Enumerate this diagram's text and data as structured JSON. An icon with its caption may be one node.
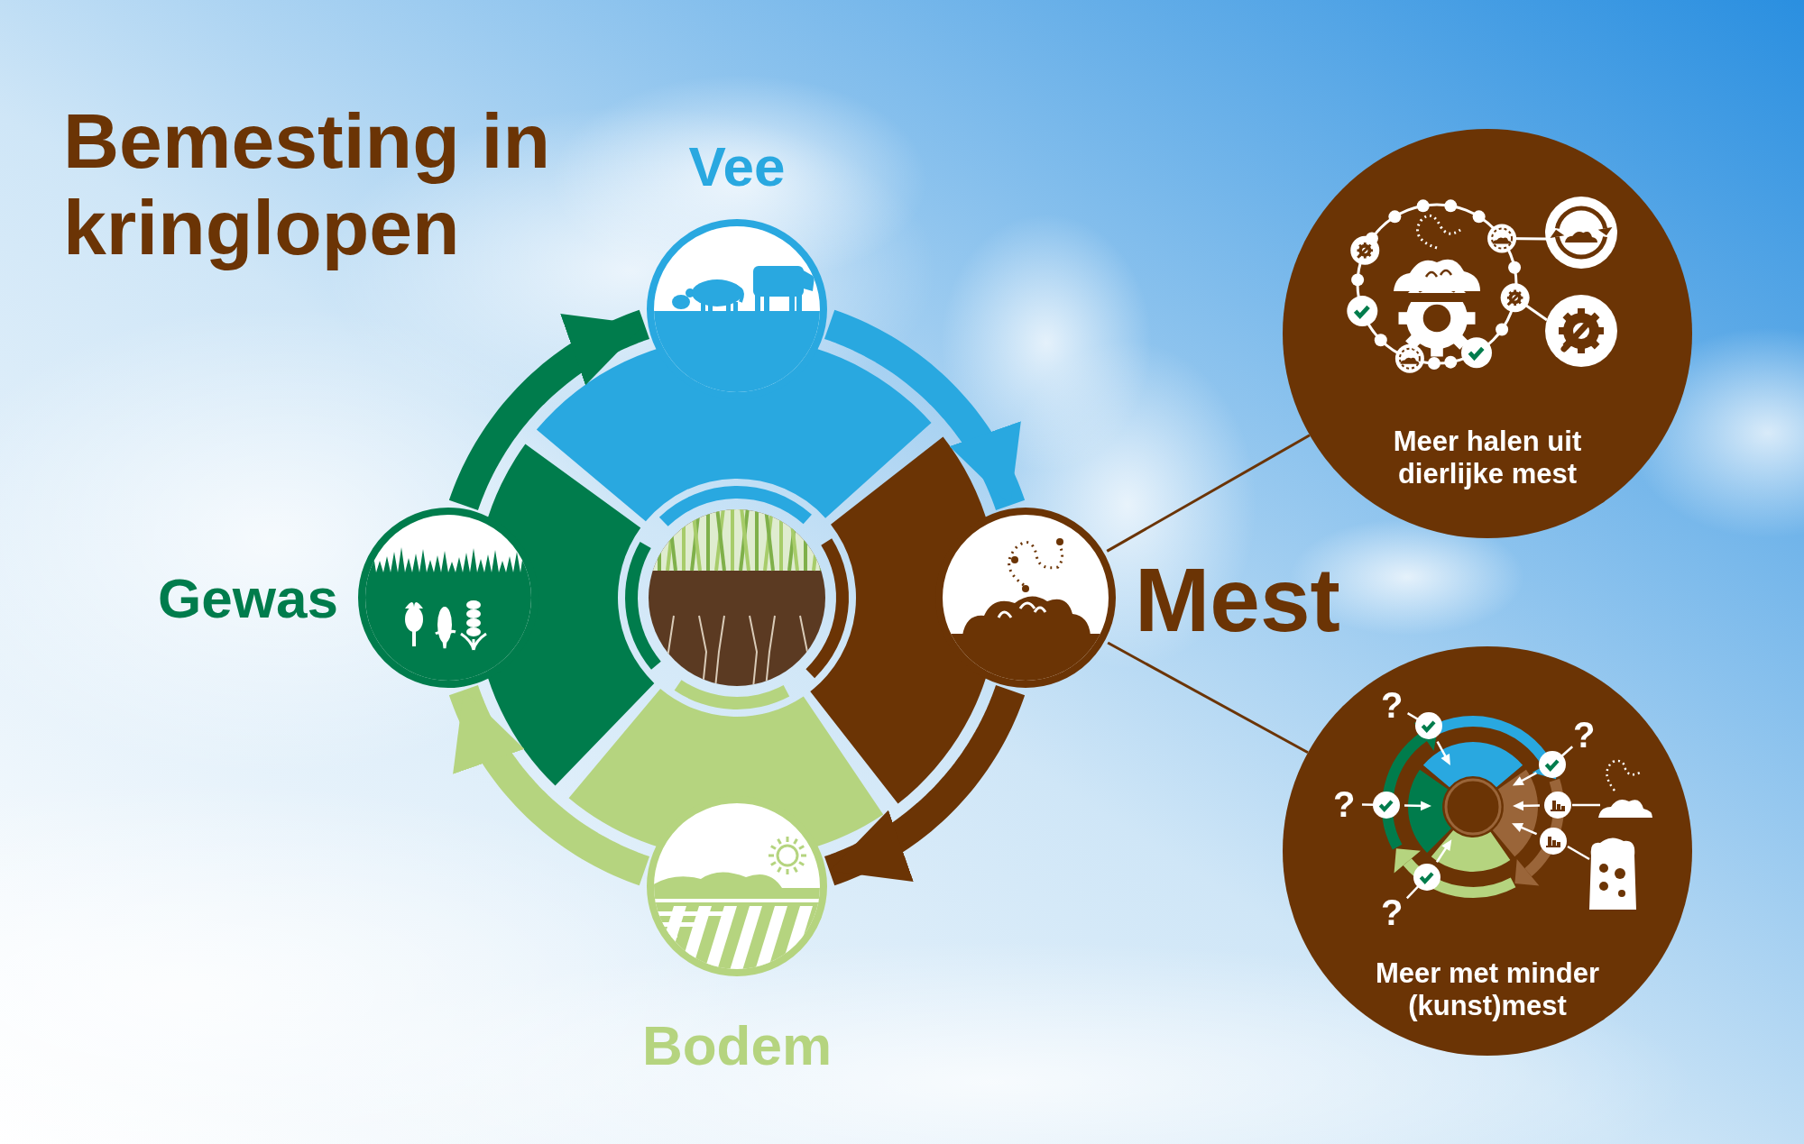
{
  "diagram": {
    "title": "Bemesting in kringlopen",
    "nodes": [
      {
        "text": [
          "Vee"
        ]
      },
      {
        "text": [
          "Meer halen uit dierlijke mest"
        ]
      },
      {
        "text": [
          "Gewas"
        ]
      },
      {
        "text": [
          "Mest"
        ]
      },
      {
        "text": [
          "Meer met minder (kunst)mest"
        ]
      },
      {
        "text": [
          "Bodem"
        ]
      }
    ],
    "edges": [
      {
        "from": 0,
        "to": 3,
        "arrow": "to",
        "color": "#29a8e0"
      },
      {
        "from": 3,
        "to": 5,
        "arrow": "to",
        "color": "#6b3405"
      },
      {
        "from": 5,
        "to": 2,
        "arrow": "to",
        "color": "#b5d47f"
      },
      {
        "from": 2,
        "to": 0,
        "arrow": "to",
        "color": "#007c4c"
      },
      {
        "from": 3,
        "to": 1,
        "arrow": "none",
        "color": "#6b3405"
      },
      {
        "from": 3,
        "to": 4,
        "arrow": "none",
        "color": "#6b3405"
      }
    ],
    "labels": [
      "?",
      "?",
      "?",
      "?"
    ]
  }
}
